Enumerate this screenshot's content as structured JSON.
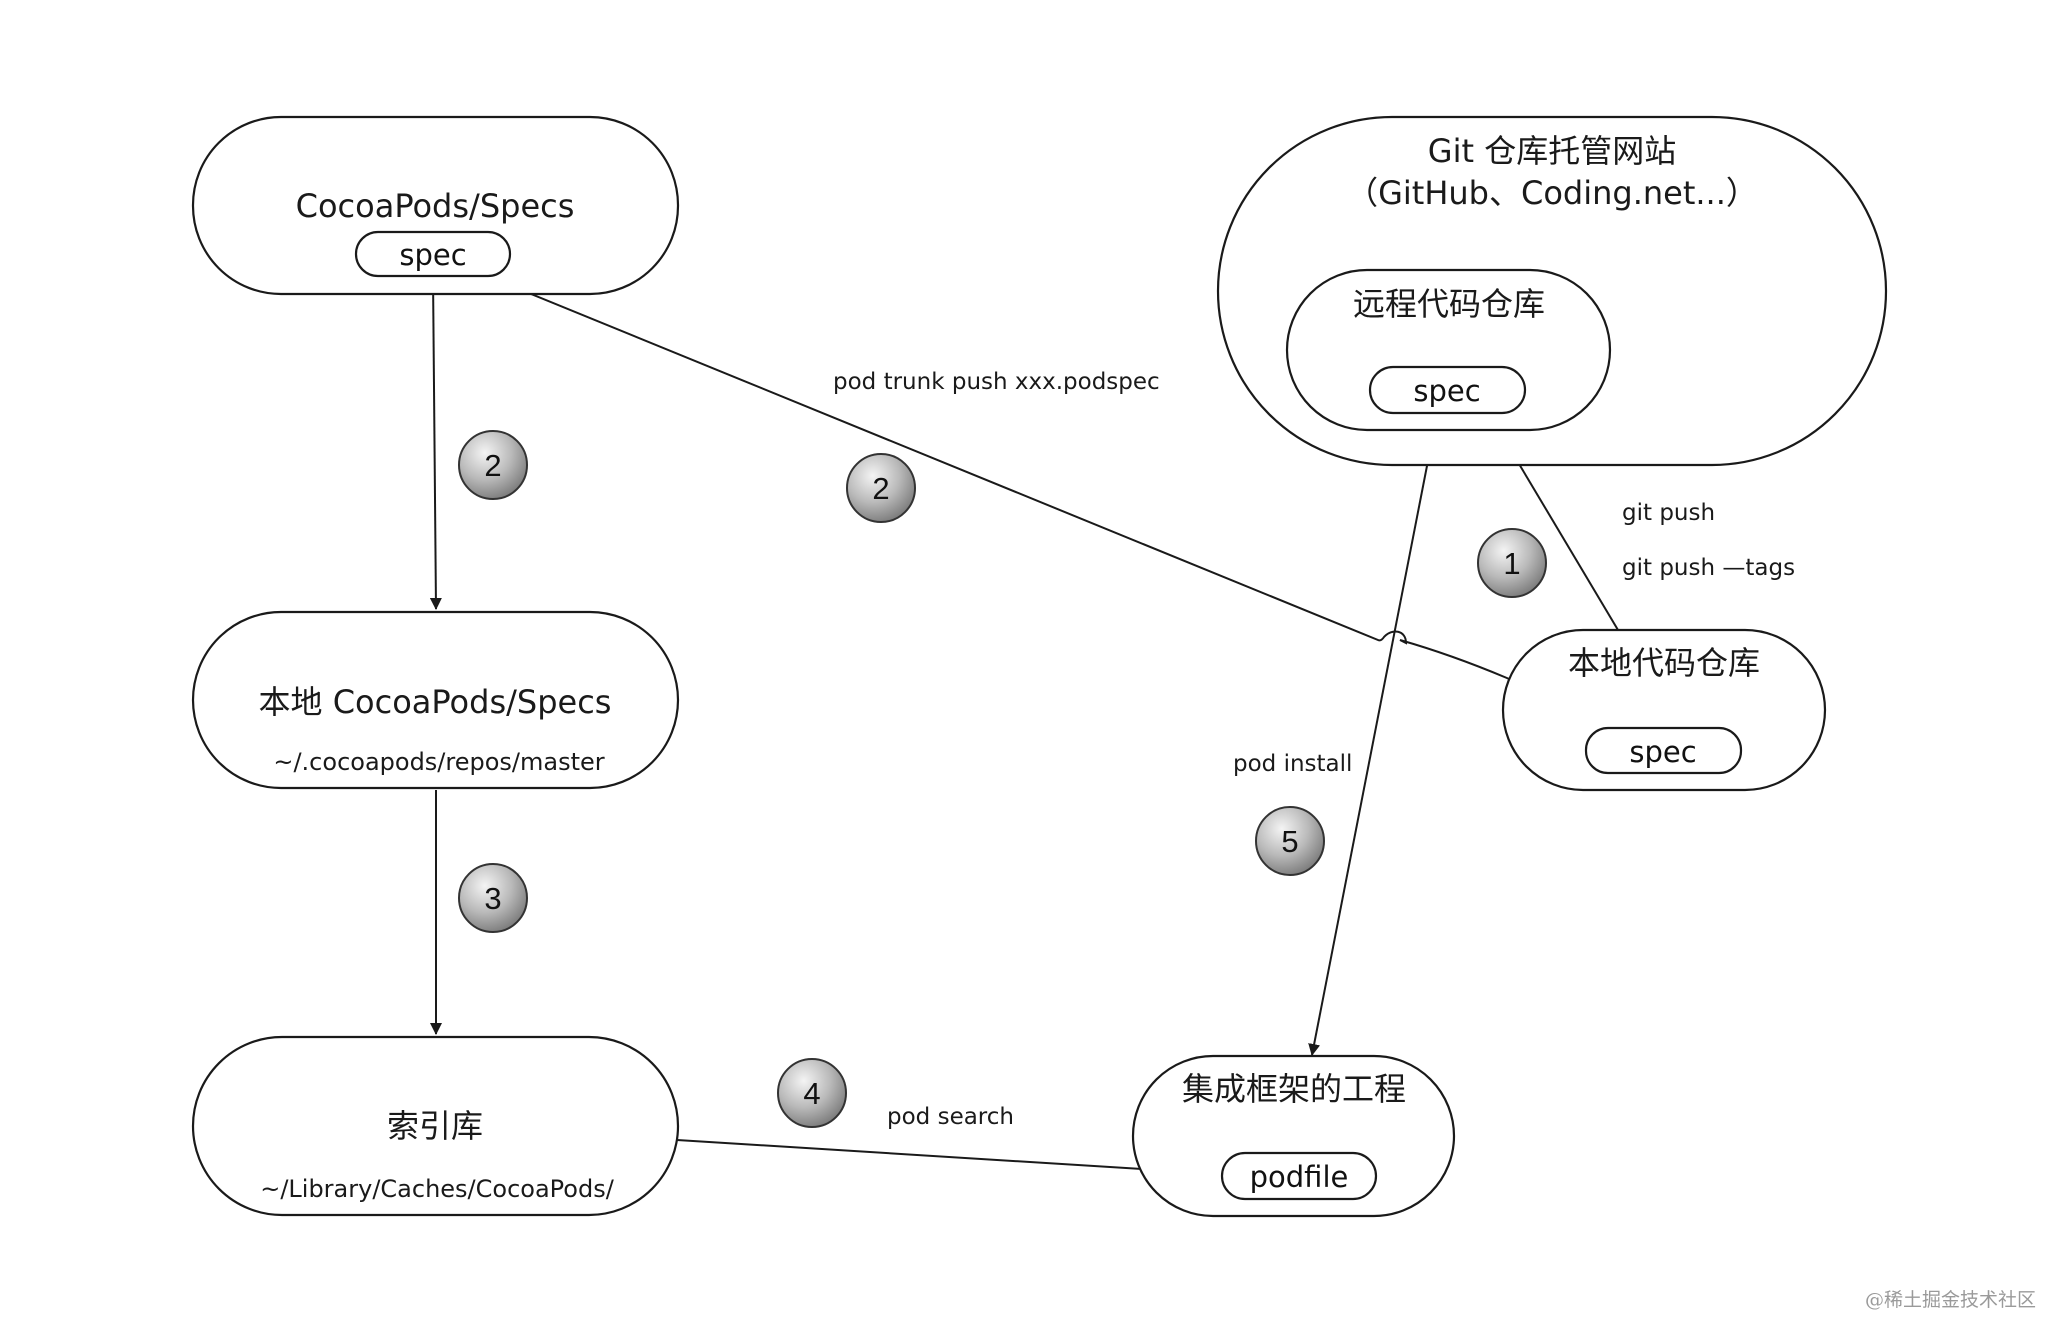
{
  "nodes": {
    "cocoapods_specs": {
      "title": "CocoaPods/Specs",
      "pill": "spec"
    },
    "git_hosting": {
      "title": "Git 仓库托管网站",
      "subtitle": "（GitHub、Coding.net...）"
    },
    "remote_repo": {
      "title": "远程代码仓库",
      "pill": "spec"
    },
    "local_specs": {
      "title": "本地 CocoaPods/Specs",
      "subtitle": "~/.cocoapods/repos/master"
    },
    "local_repo": {
      "title": "本地代码仓库",
      "pill": "spec"
    },
    "index_repo": {
      "title": "索引库",
      "subtitle": "~/Library/Caches/CocoaPods/"
    },
    "project": {
      "title": "集成框架的工程",
      "pill": "podfile"
    }
  },
  "edges": {
    "trunk_push": {
      "label": "pod trunk push xxx.podspec"
    },
    "git_push": {
      "label1": "git push",
      "label2": "git push —tags"
    },
    "pod_install": {
      "label": "pod install"
    },
    "pod_search": {
      "label": "pod search"
    }
  },
  "badges": {
    "step_2a": "2",
    "step_2b": "2",
    "step_1": "1",
    "step_3": "3",
    "step_4": "4",
    "step_5": "5"
  },
  "watermark": "@稀土掘金技术社区"
}
